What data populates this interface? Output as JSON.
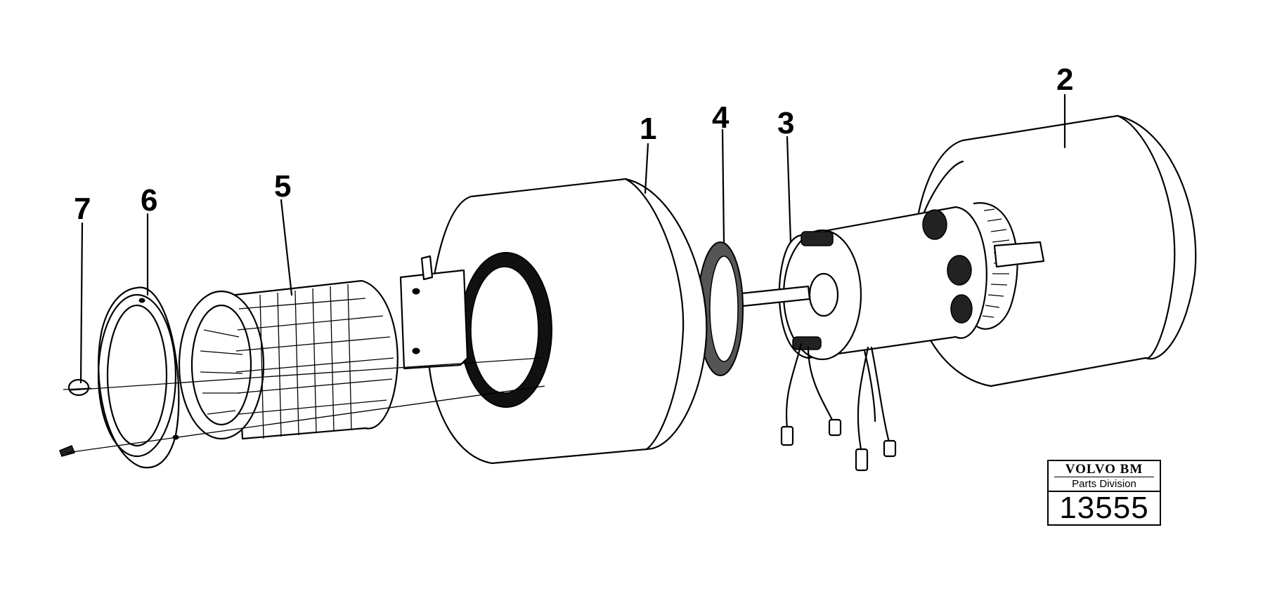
{
  "callouts": [
    {
      "id": "1",
      "label": "1"
    },
    {
      "id": "2",
      "label": "2"
    },
    {
      "id": "3",
      "label": "3"
    },
    {
      "id": "4",
      "label": "4"
    },
    {
      "id": "5",
      "label": "5"
    },
    {
      "id": "6",
      "label": "6"
    },
    {
      "id": "7",
      "label": "7"
    }
  ],
  "badge": {
    "brand": "VOLVO BM",
    "division": "Parts Division",
    "code": "13555"
  }
}
